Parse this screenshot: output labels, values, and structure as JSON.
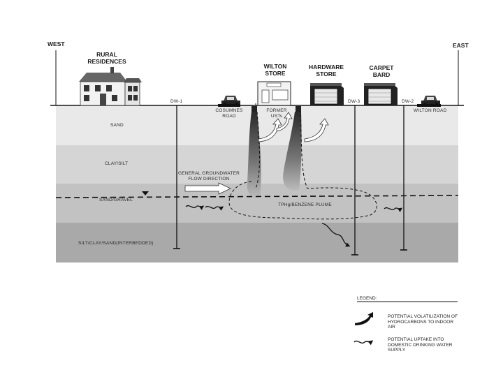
{
  "directions": {
    "west": "WEST",
    "east": "EAST"
  },
  "buildings": {
    "rural": "RURAL\nRESIDENCES",
    "wilton": "WILTON\nSTORE",
    "hardware": "HARDWARE\nSTORE",
    "carpet": "CARPET\nBARD"
  },
  "surface": {
    "dw1": "DW-1",
    "dw3": "DW-3",
    "dw2": "DW-2",
    "cosumnes_road": "COSUMNES\nROAD",
    "former_ust": "FORMER\nUSTs",
    "wilton_road": "WILTON ROAD"
  },
  "layers": {
    "sand": "SAND",
    "clay_silt": "CLAY/SILT",
    "sand_gravel": "SAND/GRAVEL",
    "interbedded": "SILT/CLAY/SAND(INTERBEDDED)"
  },
  "annotations": {
    "flow": "GENERAL GROUNDWATER\nFLOW DIRECTION",
    "plume": "TPHg/BENZENE PLUME"
  },
  "legend": {
    "title": "LEGEND:",
    "volatilization": "POTENTIAL VOLATILIZATION OF\nHYDROCARBONS TO INDOOR\nAIR",
    "uptake": "POTENTIAL UPTAKE INTO\nDOMESTIC DRINKING WATER\nSUPPLY"
  },
  "colors": {
    "sand": "#e9e9e9",
    "clay_silt": "#d5d5d5",
    "sand_gravel": "#c2c2c2",
    "interbedded": "#a9a9a9"
  }
}
